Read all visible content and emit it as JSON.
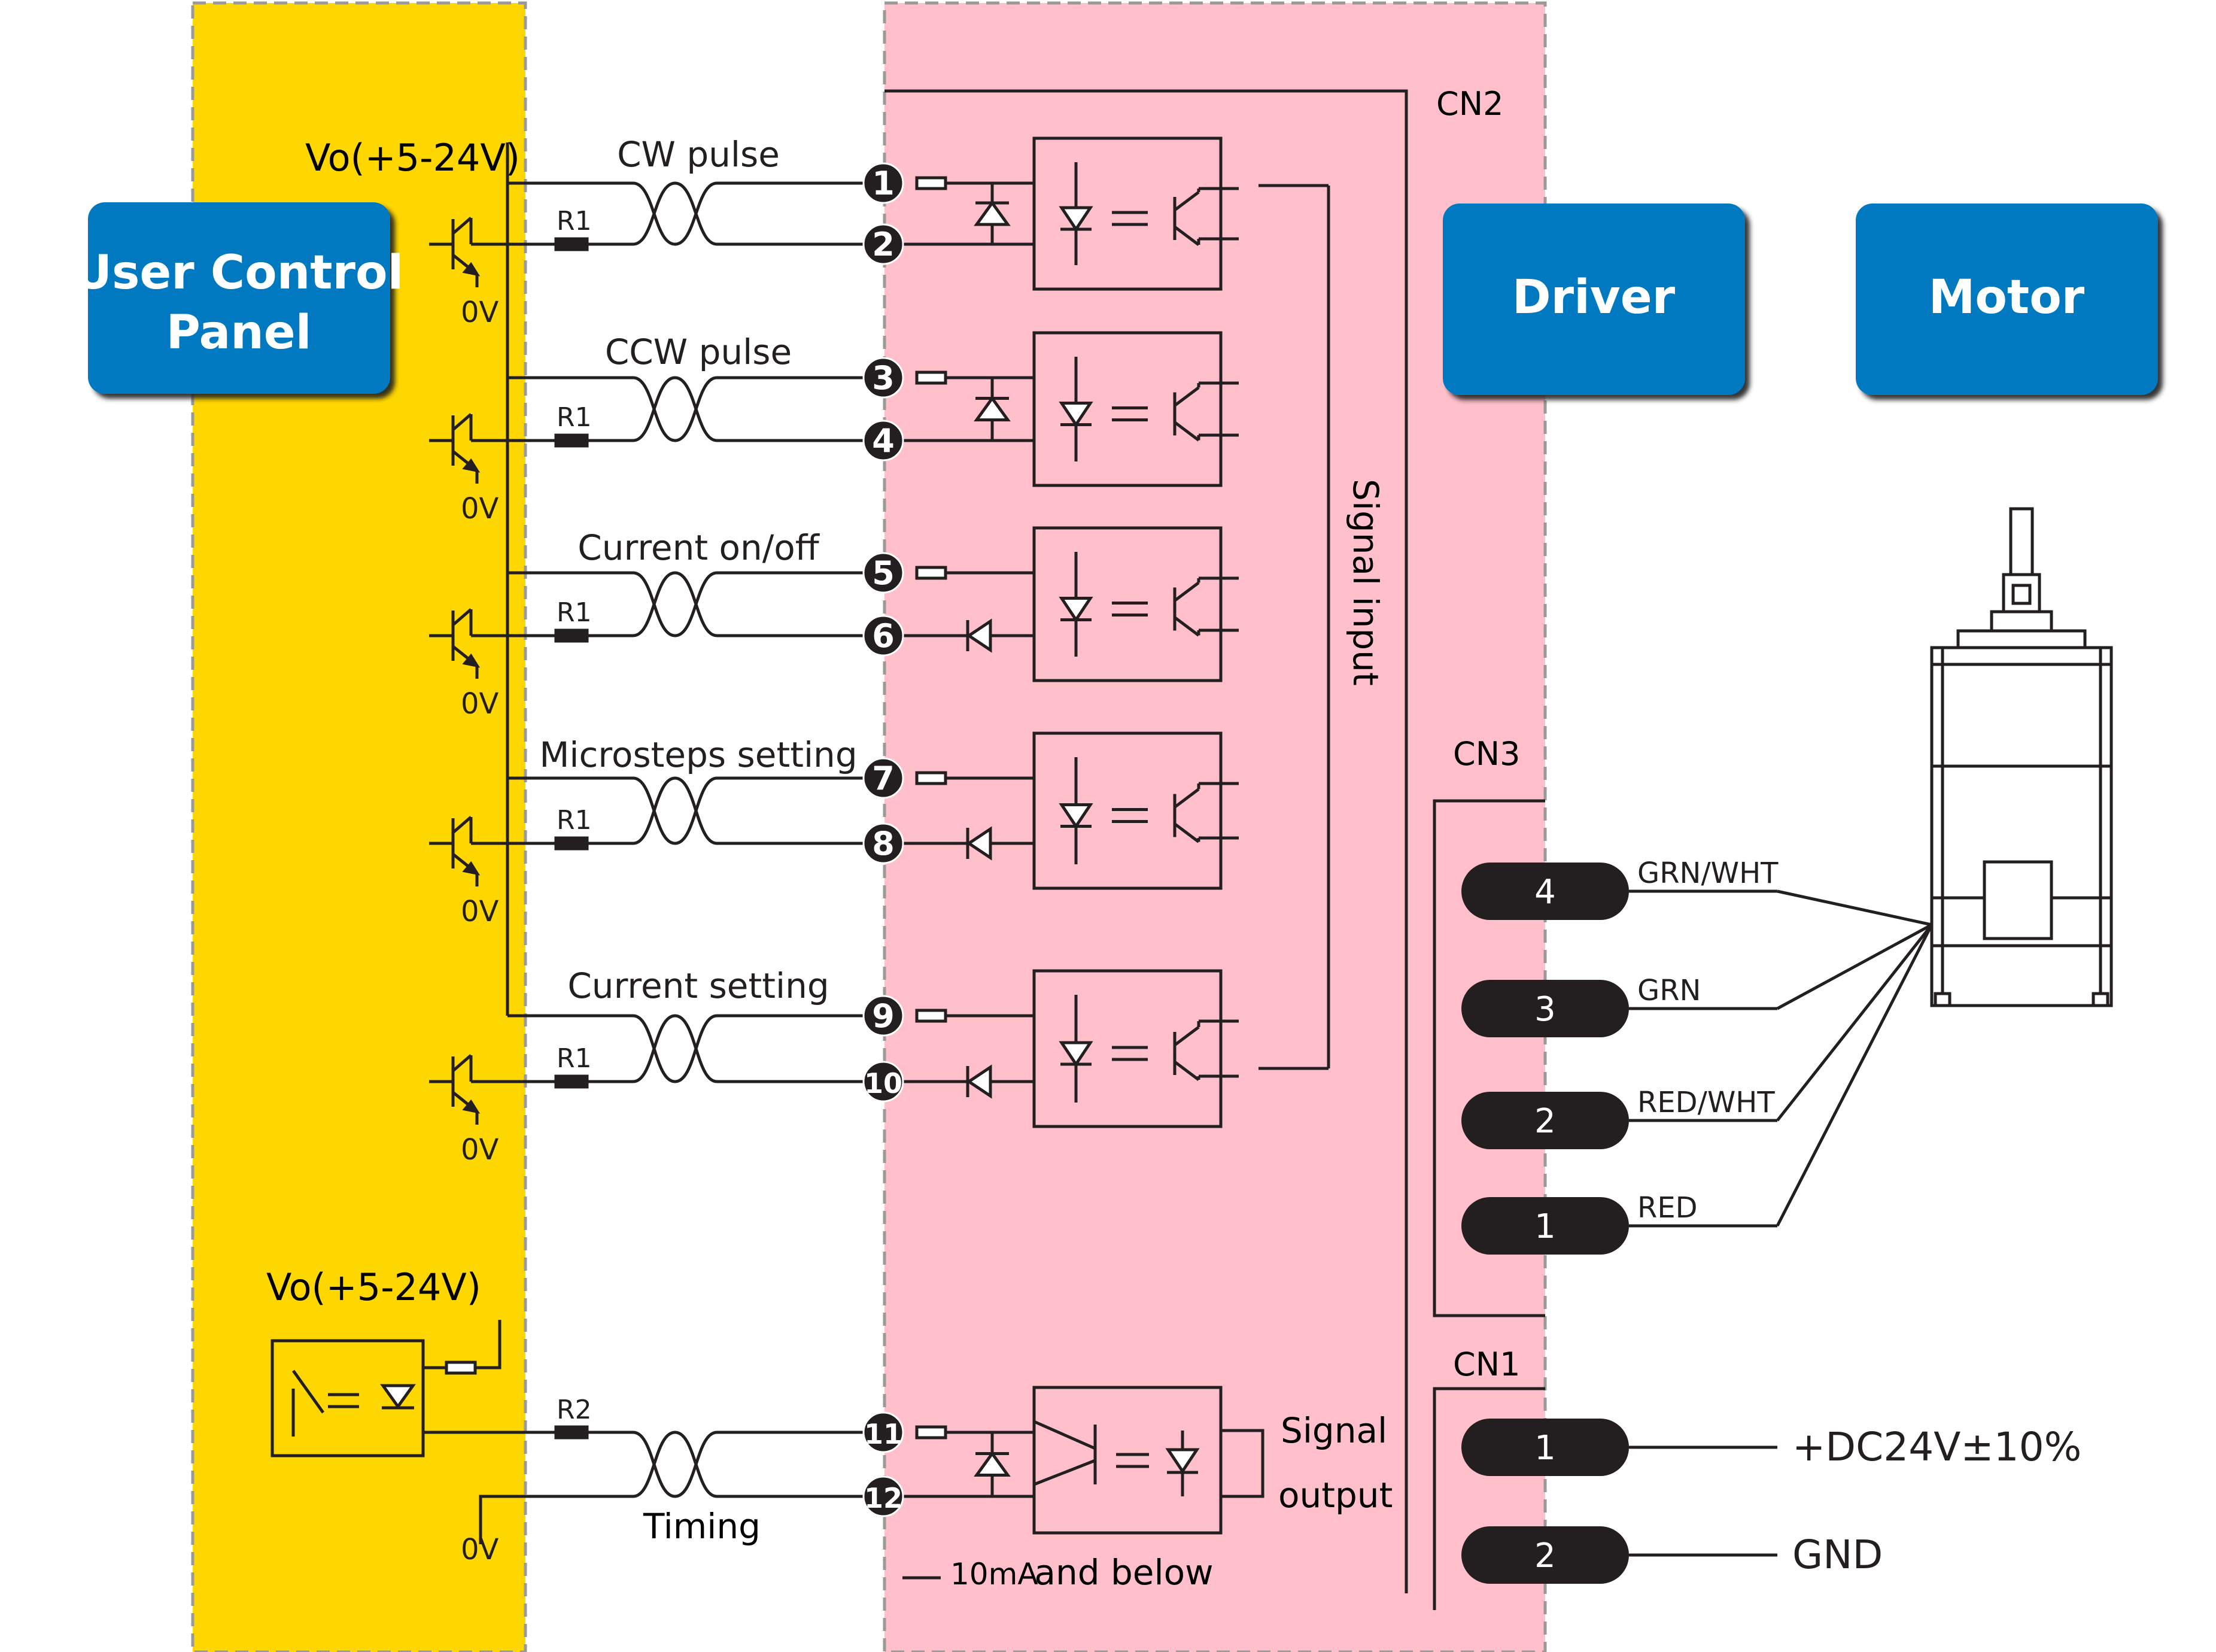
{
  "boxes": {
    "user_panel": [
      "User Control",
      "Panel"
    ],
    "driver": "Driver",
    "motor": "Motor"
  },
  "supply_label": "Vo(+5-24V)",
  "timing_supply_label": "Vo(+5-24V)",
  "zero_volt": "0V",
  "resistors": {
    "r1": "R1",
    "r2": "R2"
  },
  "signals": [
    {
      "label": "CW pulse",
      "pins": [
        "1",
        "2"
      ]
    },
    {
      "label": "CCW pulse",
      "pins": [
        "3",
        "4"
      ]
    },
    {
      "label": "Current on/off",
      "pins": [
        "5",
        "6"
      ]
    },
    {
      "label": "Microsteps setting",
      "pins": [
        "7",
        "8"
      ]
    },
    {
      "label": "Current setting",
      "pins": [
        "9",
        "10"
      ]
    }
  ],
  "timing": {
    "label": "Timing",
    "pins": [
      "11",
      "12"
    ]
  },
  "signal_input_label": "Signal input",
  "signal_output_label": [
    "Signal",
    "output"
  ],
  "current_note": {
    "value": "10mA",
    "text": " and below"
  },
  "connectors": {
    "cn1": "CN1",
    "cn2": "CN2",
    "cn3": "CN3"
  },
  "cn3_pins": [
    {
      "num": "4",
      "wire": "GRN/WHT"
    },
    {
      "num": "3",
      "wire": "GRN"
    },
    {
      "num": "2",
      "wire": "RED/WHT"
    },
    {
      "num": "1",
      "wire": "RED"
    }
  ],
  "cn1_pins": [
    {
      "num": "1",
      "label": "+DC24V±10%"
    },
    {
      "num": "2",
      "label": "GND"
    }
  ],
  "colors": {
    "user_zone": "#FFD700",
    "driver_zone": "#FFC0CB",
    "box_fill": "#0079C1",
    "line": "#231F20",
    "pin_fill": "#231F20"
  }
}
